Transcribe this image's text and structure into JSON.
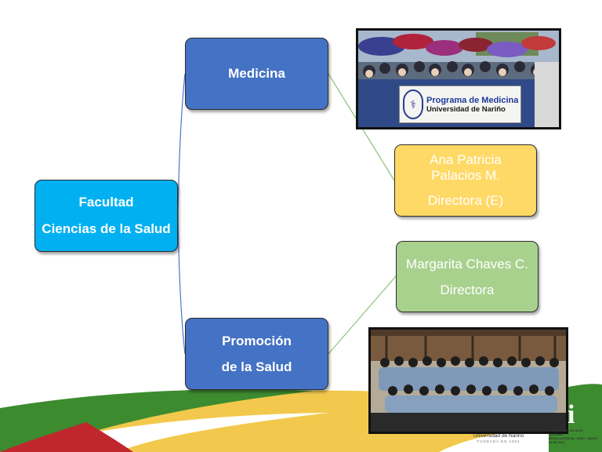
{
  "diagram": {
    "root": {
      "lines": [
        "Facultad",
        "Ciencias de la Salud"
      ]
    },
    "branches": [
      {
        "id": "medicina",
        "lines": [
          "Medicina"
        ]
      },
      {
        "id": "promocion",
        "lines": [
          "Promoción",
          "de la  Salud"
        ]
      }
    ],
    "leaves": [
      {
        "id": "ana",
        "lines": [
          "Ana Patricia",
          "Palacios M.",
          "Directora (E)"
        ]
      },
      {
        "id": "margarita",
        "lines": [
          "Margarita Chaves C.",
          "Directora"
        ]
      }
    ]
  },
  "photos": {
    "medicina": {
      "banner_line1": "Programa de Medicina",
      "banner_line2": "Universidad de Nariño"
    }
  },
  "footer": {
    "brand": "Universidad de Nariño",
    "founded": "FUNDADA EN 1904",
    "accreditation_line1": "ACREDITADA EN ALTA CALIDAD",
    "accreditation_line2": "RESOLUCIÓN No. 10567 - MAYO 23 DE 2017"
  },
  "colors": {
    "root": "#00b0f0",
    "branch": "#4472c4",
    "leaf_director_e": "#ffd966",
    "leaf_director": "#a9d18e",
    "connector_to_branch": "#4a78c6",
    "connector_to_leaf": "#8cc47a",
    "footer_green": "#3d8b2f",
    "footer_red": "#c0272d",
    "footer_yellow": "#f2c94c"
  },
  "icons": {
    "medicine_logo": "caduceus-icon",
    "university_logo": "university-logo-icon"
  }
}
